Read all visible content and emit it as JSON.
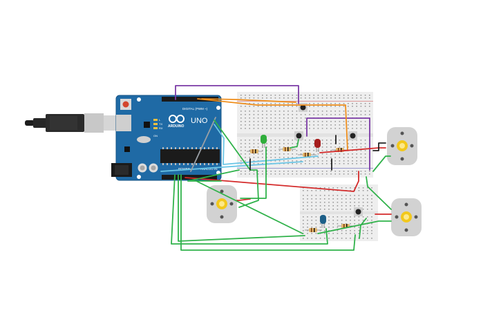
{
  "arduino": {
    "brand": "ARDUINO",
    "model": "UNO",
    "digital_label": "DIGITAL (PWM ~)",
    "power_label": "POWER",
    "analog_label": "ANALOG IN",
    "tx_label": "TX",
    "rx_label": "RX",
    "l_label": "L",
    "on_label": "ON"
  },
  "colors": {
    "board": "#1f6aa5",
    "board_dark": "#175485",
    "breadboard": "#eeeeee",
    "wire_green": "#2fb24a",
    "wire_red": "#d42a2a",
    "wire_orange": "#ef8e1c",
    "wire_purple": "#7b3aa6",
    "wire_cyan": "#6cc6e6",
    "wire_gray": "#9aa0a6",
    "led_green": "#2fae3b",
    "led_red": "#a51c1c",
    "led_blue": "#1d5f88",
    "motor_body": "#d2d2d2",
    "motor_shaft": "#f2c81c"
  },
  "icons": {
    "usb_cable": "usb-cable-icon",
    "power_jack": "power-jack-icon",
    "reset_button": "reset-button-icon",
    "arduino_logo": "arduino-infinity-icon"
  }
}
